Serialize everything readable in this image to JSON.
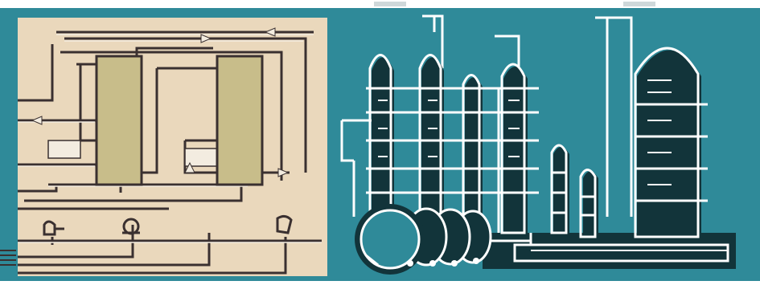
{
  "illustration": {
    "left_panel": {
      "kind": "process-flow-schematic",
      "vessels": [
        "reactor-vessel-1",
        "reactor-vessel-2"
      ],
      "bottom_symbols": [
        "valve-symbol",
        "pump-symbol",
        "compressor-symbol"
      ]
    },
    "right_panel": {
      "kind": "refinery-distillation-towers",
      "towers": [
        "tower-1",
        "tower-2",
        "tower-3",
        "tower-4",
        "tower-5",
        "tower-6",
        "tower-7"
      ],
      "tanks": [
        "horizontal-tank-1",
        "horizontal-tank-2",
        "horizontal-tank-3",
        "horizontal-tank-4"
      ]
    }
  },
  "colors": {
    "frame_teal": "#2f8a99",
    "panel_beige": "#ead8bc",
    "vessel_khaki": "#c8bd8a",
    "pipe_dark": "#3a3030",
    "pipe_light": "#f3ece0",
    "tower_outline": "#ffffff",
    "tower_shadow": "#12343a"
  }
}
